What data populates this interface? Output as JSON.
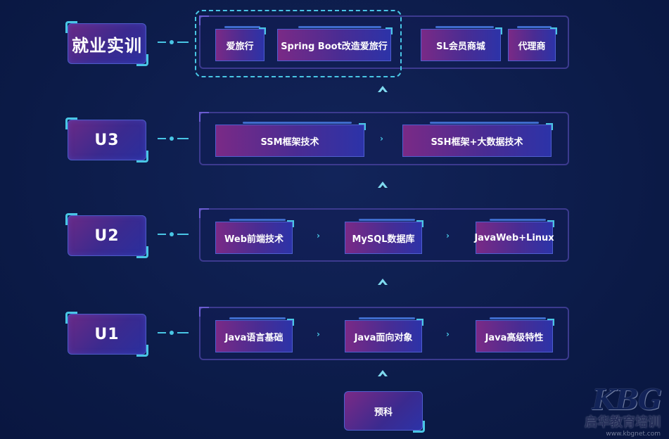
{
  "levels": {
    "job": "就业实训",
    "u3": "U3",
    "u2": "U2",
    "u1": "U1"
  },
  "rows": {
    "job": [
      "爱旅行",
      "Spring Boot改造爱旅行",
      "SL会员商城",
      "代理商"
    ],
    "u3": [
      "SSM框架技术",
      "SSH框架+大数据技术"
    ],
    "u2": [
      "Web前端技术",
      "MySQL数据库",
      "JavaWeb+Linux"
    ],
    "u1": [
      "Java语言基础",
      "Java面向对象",
      "Java高级特性"
    ]
  },
  "arrow_right_glyph": "›",
  "prep": "预科",
  "watermark": {
    "logo": "KBG",
    "name": "启华教育培训",
    "url": "www.kbgnet.com"
  },
  "colors": {
    "background": "#0d1c4a",
    "accent": "#49c6e5",
    "box_start": "#7a2a86",
    "box_end": "#2c33a8"
  }
}
